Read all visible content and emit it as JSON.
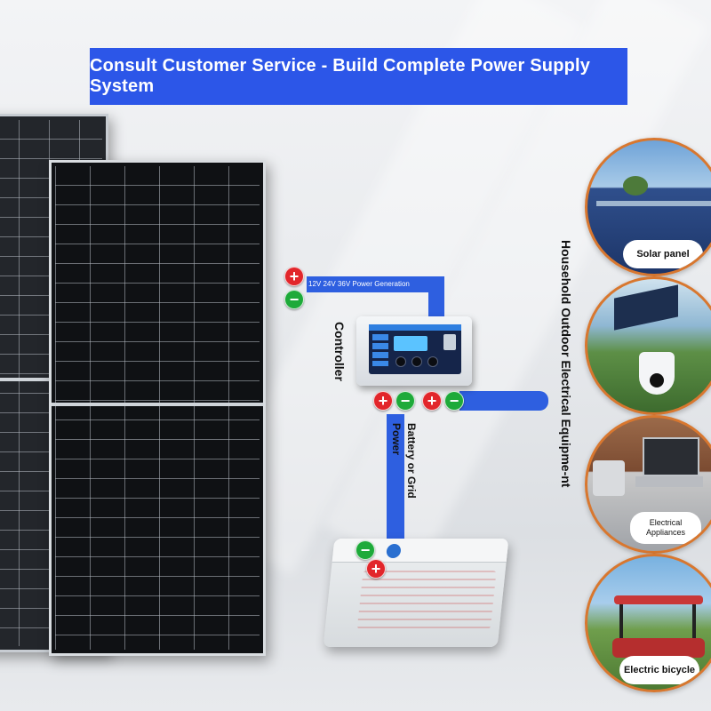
{
  "banner": {
    "title": "Consult Customer Service - Build Complete Power Supply System"
  },
  "labels": {
    "power_generation": "12V 24V 36V Power Generation",
    "controller": "Controller",
    "battery_grid": "Battery or Grid Power",
    "household": "Household Outdoor Electrical Equipme-nt"
  },
  "terminals": {
    "plus": "+",
    "minus": "−"
  },
  "circles": [
    {
      "label": "Solar panel"
    },
    {
      "label": ""
    },
    {
      "label": "Electrical Appliances"
    },
    {
      "label": "Electric bicycle"
    }
  ],
  "colors": {
    "banner": "#2c56e8",
    "wire": "#2e5fe0",
    "plus": "#e2262b",
    "minus": "#1eaa3a",
    "ring": "#d8772f"
  }
}
